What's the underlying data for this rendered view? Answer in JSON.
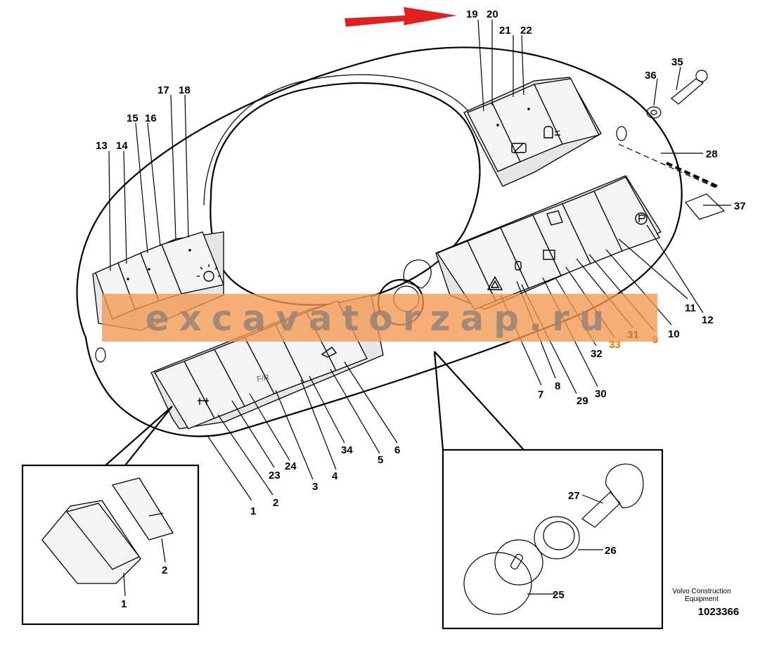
{
  "title": "",
  "labels": [
    "1",
    "2",
    "3",
    "4",
    "5",
    "6",
    "7",
    "8",
    "9",
    "10",
    "11",
    "12",
    "13",
    "14",
    "15",
    "16",
    "17",
    "18",
    "19",
    "20",
    "21",
    "22",
    "23",
    "24",
    "25",
    "26",
    "27",
    "28",
    "29",
    "30",
    "31",
    "32",
    "33",
    "34",
    "35",
    "36",
    "37"
  ],
  "inset_labels": {
    "left_1": "1",
    "left_2": "2",
    "right_25": "25",
    "right_26": "26",
    "right_27": "27"
  },
  "switch_text": {
    "fr": "F/R"
  },
  "watermark": "excavatorzap.ru",
  "credit": {
    "line1": "Volvo Construction",
    "line2": "Equipment"
  },
  "document_number": "1023366",
  "colors": {
    "arrow": "#e02020",
    "watermark_band": "#f59650",
    "highlight_label": "#e07000"
  },
  "icons": [
    "hazard-triangle-icon",
    "work-light-icon",
    "wiper-icon",
    "mirror-heat-icon",
    "parking-brake-icon",
    "seat-heater-icon",
    "beacon-icon",
    "key-icon"
  ]
}
